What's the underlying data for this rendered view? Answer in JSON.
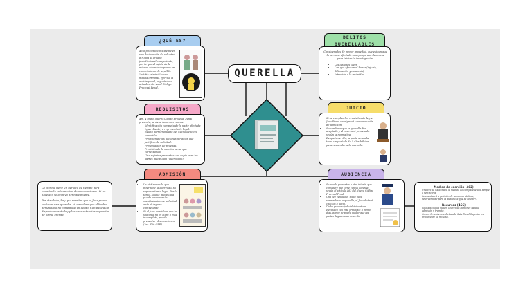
{
  "title": "QUERELLA",
  "colors": {
    "que_es": "#a8cdf0",
    "requisitos": "#f6a8c8",
    "admision": "#f48a80",
    "delitos": "#9ee0a8",
    "juicio": "#f6dd6a",
    "audiencia": "#c9b4ea",
    "diamond": "#2f8f8f"
  },
  "que_es": {
    "header": "¿QUÉ ES?",
    "text": "Acto procesal consistente en una declaración de voluntad dirigida al órgano jurisdiccional competiente, por la que el sujeto de la misma, además de poner en conocimiento de aquél la \"notitia criminis\" como noticia criminal, ejercita la acción penal, regulándose actualmente en el Código Procesal Penal."
  },
  "requisitos": {
    "header": "REQUISITOS",
    "intro": "Art. 478 del Nuevo Código Procesal Penal presenta, se debe tomar en cuenta:",
    "items": [
      "Identificación completa de la parte afectada (querellante) o representante legal.",
      "Relato pormenorizado del hecho delictivo cometido.",
      "Precisión de las acciones jurídicas que justifican la solicitud.",
      "Presentación de pruebas.",
      "Precisión de la sanción penal que corresponda.",
      "Una referida presentar una copia para las partes querellado (querellado)."
    ]
  },
  "admision": {
    "header": "ADMISIÓN",
    "items": [
      "La víctima en la que interpone la querella o su representante legal. Por lo tanto, sólo la querellada puede presentar la manifestación de voluntad ante el órgano competente.",
      "Si el juez considera que la solicitud no es clara o está incompleta, puede presentar observaciones. (Art. 460 CPP.)"
    ],
    "side_items": [
      "La víctima tiene un período de tiempo para levantar la subsanación de observaciones. Si no hace así, se archiva definitivamente.",
      "Por otro lado, hay que resaltar que el Juez puede rechazar una querella, si considera que el hecho denunciado no constituye un delito. Con base a las disposiciones de ley y las circunstancias expuestas de forma escrita."
    ]
  },
  "delitos": {
    "header": "DELITOS QUERELLABLES",
    "intro": "Considerados de menor gravedad, que exigen que la persona afectada interponga una denuncia para iniciar la investigación:",
    "items": [
      "Las lesiones leves",
      "Los que afectan el honor (injuria, difamación y calumnia)",
      "Intrusión a la intimidad"
    ]
  },
  "juicio": {
    "header": "JUICIO",
    "items": [
      "Si se cumplen los requisitos de ley, el Juez Penal consignará una resolución de admisión.",
      "Se confirma que la querella fue aceptada y el caso será procesado según la normativa.",
      "Después de ello, la parte acusada tiene un período de 5 días hábiles para responder a la querella."
    ]
  },
  "audiencia": {
    "header": "AUDIENCIA",
    "items": [
      "Se puede presentar a otro interés que considere que tiene con su defensa según el artículo 462 del Nuevo Código Procesal Penal.",
      "Una vez vencido el plazo para responder a la querella, el Juez dictará citación a juicio.",
      "Dicho proceso judicial deberá ser ejecutado con este principio: a menos días, donde se podrá incluir que las partes lleguen a un acuerdo."
    ]
  },
  "conciliacion": {
    "title1": "Medida de coerción (462)",
    "items1": [
      "Una vez se ha dictado la medida de comparecencia simple o restrictiva.",
      "Se eventuará a petición de la misma víctima, reservándose para la audiencia que se celebre."
    ],
    "title2": "Recursos (466)",
    "items2": [
      "Sólo aplicables siguen las reglas comunes para la admisión y trámite.",
      "Contra la sentencia dictada la Sala Penal Superior es procedente su recurso."
    ]
  },
  "icons": {
    "que_es_pic": "people-icon",
    "juicio_pic": "judge-icon",
    "audiencia_pic": "police-icon",
    "center_pic": "book-icon"
  }
}
